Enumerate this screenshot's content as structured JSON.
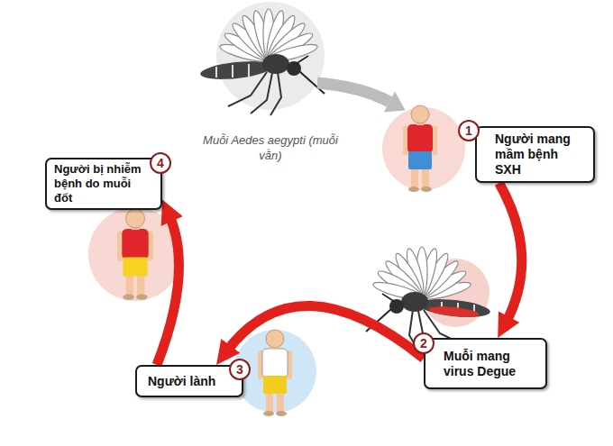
{
  "diagram": {
    "nodes": [
      {
        "text": [
          "Người mang mầm bệnh SXH"
        ]
      },
      {
        "text": [
          "Muỗi mang virus Degue"
        ]
      },
      {
        "text": [
          "Người lành"
        ]
      },
      {
        "text": [
          "Người bị nhiễm bệnh do muỗi đốt"
        ]
      }
    ],
    "edges": [
      {
        "from": 0,
        "to": 1,
        "arrow": "to"
      },
      {
        "from": 1,
        "to": 2,
        "arrow": "to"
      },
      {
        "from": 2,
        "to": 3,
        "arrow": "to"
      }
    ],
    "labels": [
      "Muỗi Aedes aegypti (muỗi vằn)",
      "1",
      "2",
      "3",
      "4"
    ]
  }
}
